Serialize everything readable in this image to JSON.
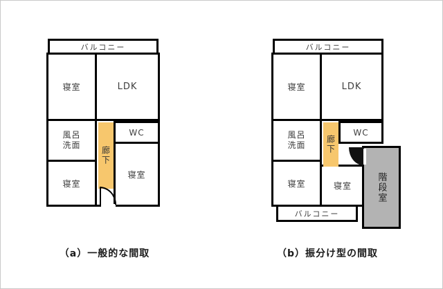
{
  "figure": {
    "plans": [
      {
        "caption": "（a）一般的な間取",
        "balcony_top": "バルコニー",
        "bedroom_top": "寝室",
        "ldk": "LDK",
        "bath": "風呂\n洗面",
        "corridor": "廊下",
        "wc": "WC",
        "bedroom_bottom_left": "寝室",
        "bedroom_bottom_right": "寝室"
      },
      {
        "caption": "（b）振分け型の間取",
        "balcony_top": "バルコニー",
        "bedroom_top": "寝室",
        "ldk": "LDK",
        "bath": "風呂\n洗面",
        "corridor": "廊下",
        "wc": "WC",
        "bedroom_bottom_left": "寝室",
        "bedroom_bottom_right": "寝室",
        "balcony_bottom": "バルコニー",
        "stairwell": "階段室"
      }
    ],
    "colors": {
      "corridor_highlight": "#f7c76d",
      "stairwell_fill": "#b3b3b3",
      "wall": "#000000"
    }
  }
}
